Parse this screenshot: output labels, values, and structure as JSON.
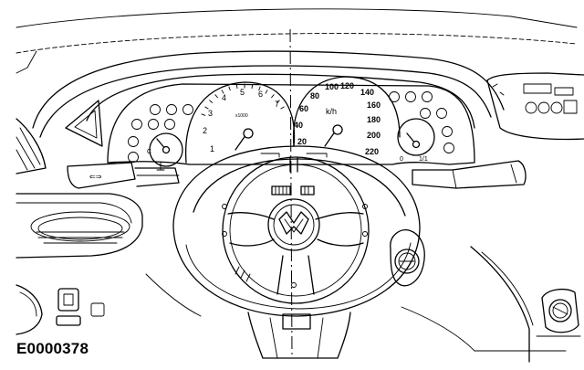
{
  "figure_id": "E0000378",
  "tachometer": {
    "ticks": [
      "1",
      "2",
      "3",
      "4",
      "5",
      "6",
      "7"
    ],
    "unit": "x1000"
  },
  "speedometer": {
    "ticks": [
      "20",
      "40",
      "60",
      "80",
      "100",
      "120",
      "140",
      "160",
      "180",
      "200",
      "220"
    ],
    "unit": "k/h"
  },
  "fuel_gauge": {
    "empty_mark": "0",
    "full_mark": "1/1"
  },
  "temp_gauge": {
    "cold_mark": "C"
  }
}
